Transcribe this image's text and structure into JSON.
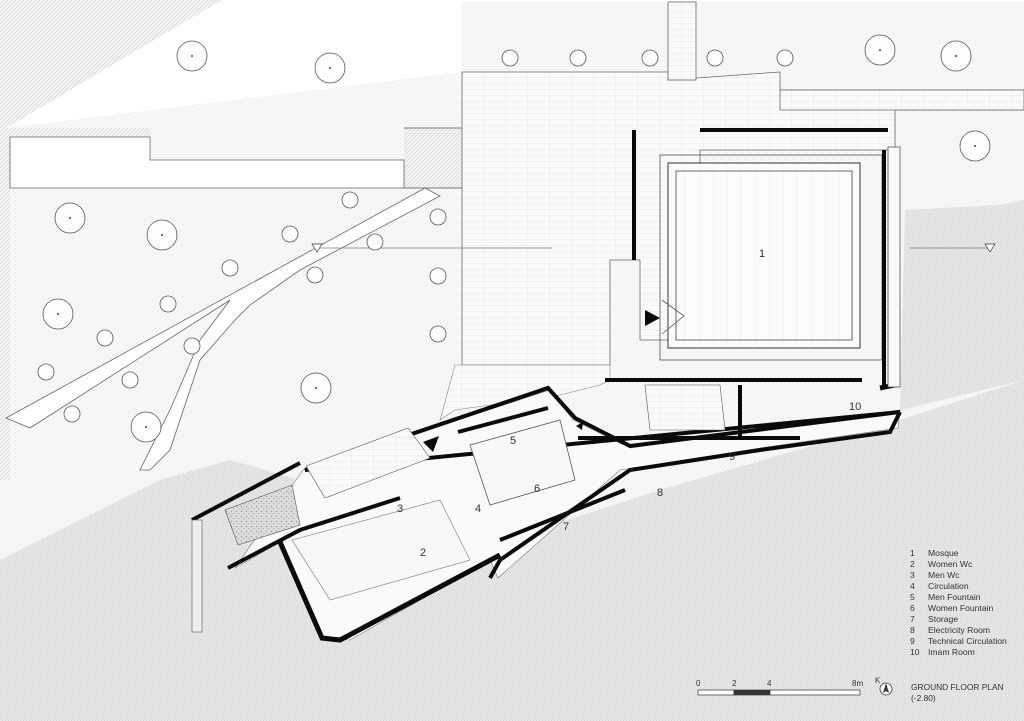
{
  "rooms": [
    {
      "num": "1"
    },
    {
      "num": "2"
    },
    {
      "num": "3"
    },
    {
      "num": "4"
    },
    {
      "num": "5"
    },
    {
      "num": "6"
    },
    {
      "num": "7"
    },
    {
      "num": "8"
    },
    {
      "num": "9"
    },
    {
      "num": "10"
    }
  ],
  "legend": [
    {
      "num": "1",
      "label": "Mosque"
    },
    {
      "num": "2",
      "label": "Women Wc"
    },
    {
      "num": "3",
      "label": "Men Wc"
    },
    {
      "num": "4",
      "label": "Circulation"
    },
    {
      "num": "5",
      "label": "Men Fountain"
    },
    {
      "num": "6",
      "label": "Women Fountain"
    },
    {
      "num": "7",
      "label": "Storage"
    },
    {
      "num": "8",
      "label": "Electricity Room"
    },
    {
      "num": "9",
      "label": "Technical Circulation"
    },
    {
      "num": "10",
      "label": "Imam Room"
    }
  ],
  "scale": {
    "t0": "0",
    "t2": "2",
    "t4": "4",
    "t8": "8m"
  },
  "north": "K",
  "title": {
    "line1": "GROUND FLOOR PLAN",
    "line2": "(-2.80)"
  },
  "colors": {
    "wall": "#0a0a0a",
    "hatch": "#d2d2d2",
    "paving": "#f4f4f4",
    "line": "#555555"
  }
}
